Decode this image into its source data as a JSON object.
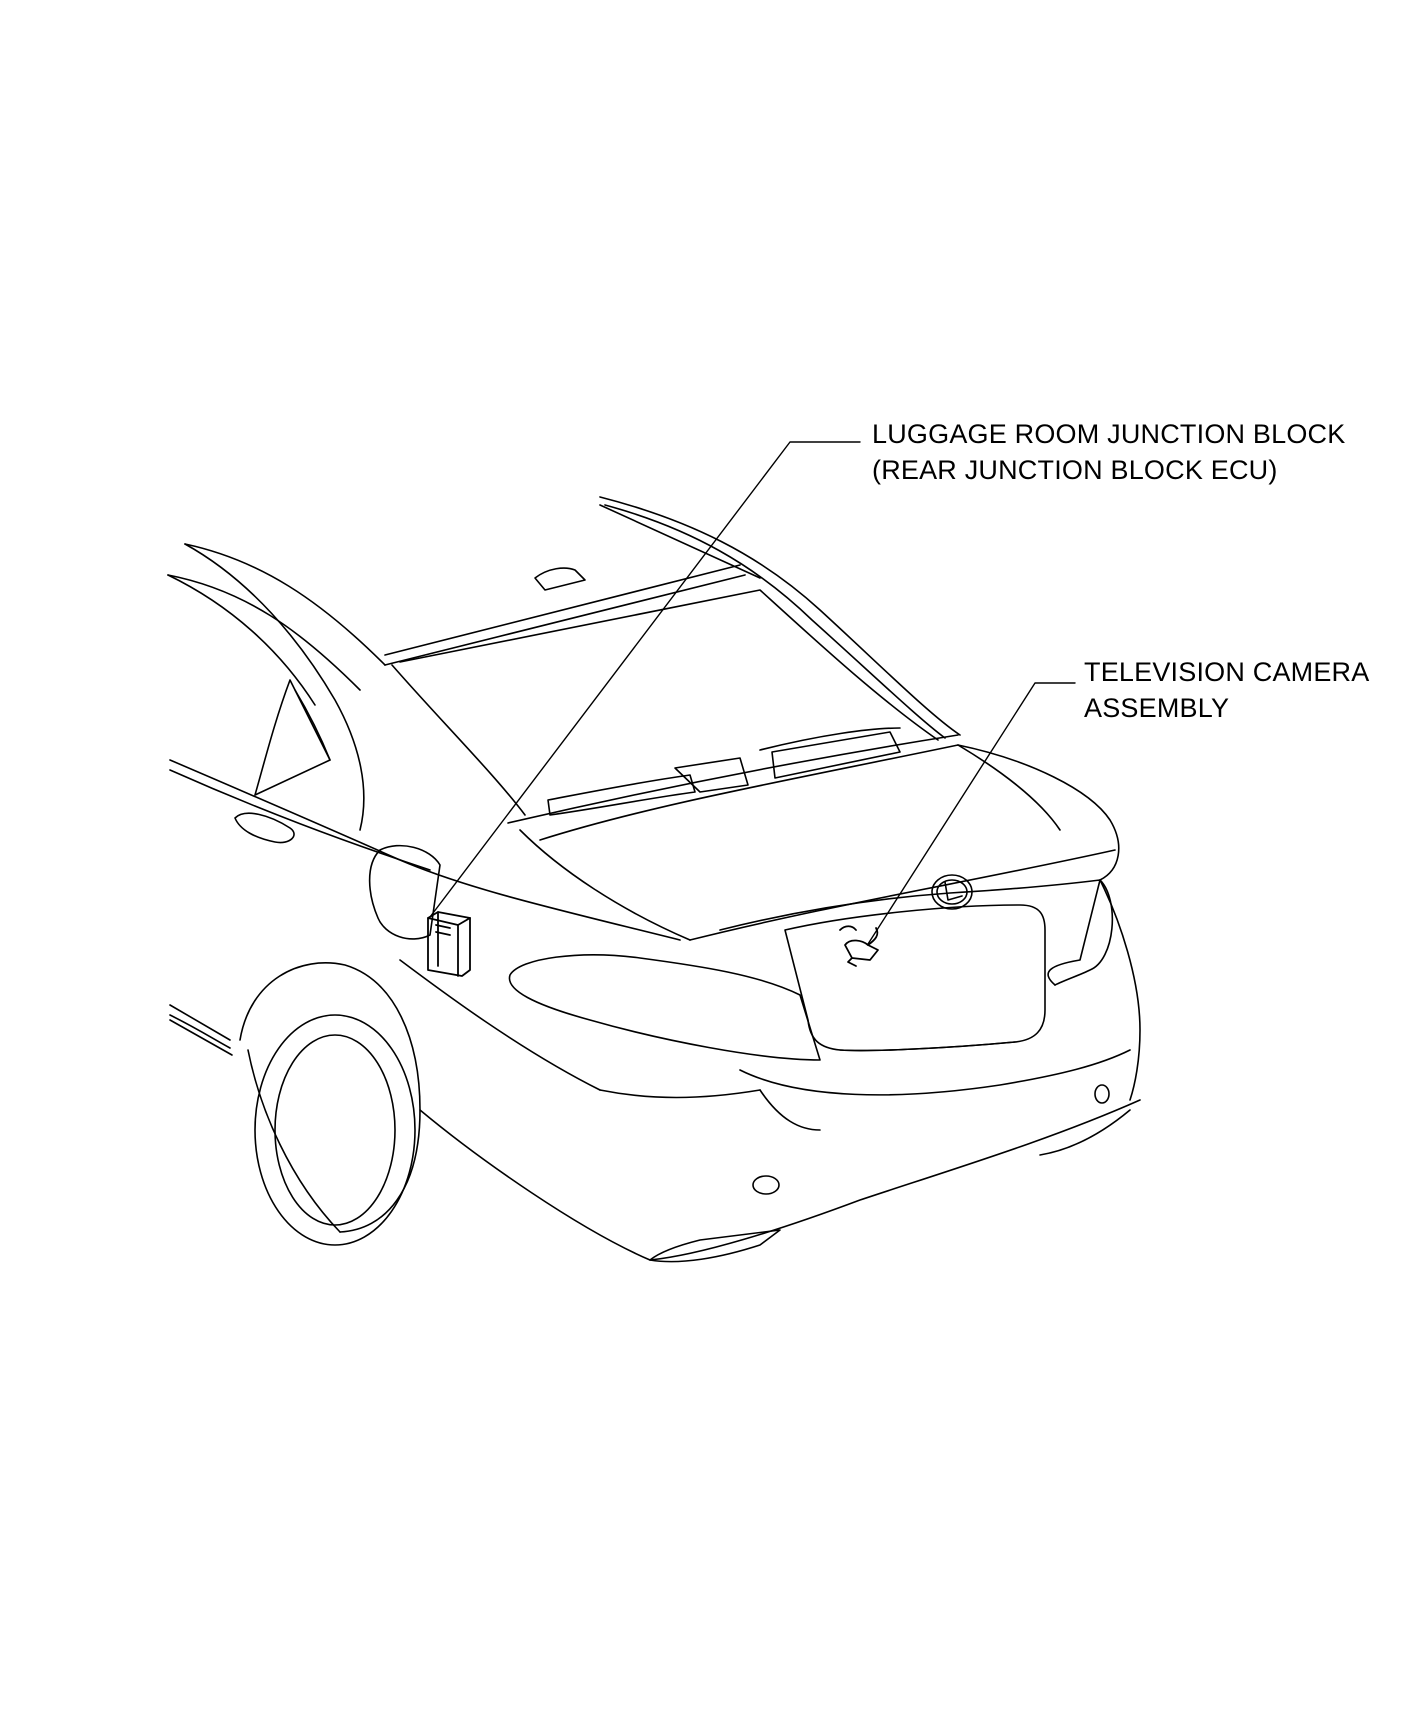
{
  "callouts": {
    "junction_block": {
      "line1": "LUGGAGE ROOM JUNCTION BLOCK",
      "line2": "(REAR JUNCTION BLOCK ECU)"
    },
    "camera": {
      "line1": "TELEVISION CAMERA",
      "line2": "ASSEMBLY"
    }
  },
  "colors": {
    "ink": "#000000",
    "background": "#ffffff"
  },
  "icons": {
    "emblem": "lexus-emblem-icon"
  }
}
